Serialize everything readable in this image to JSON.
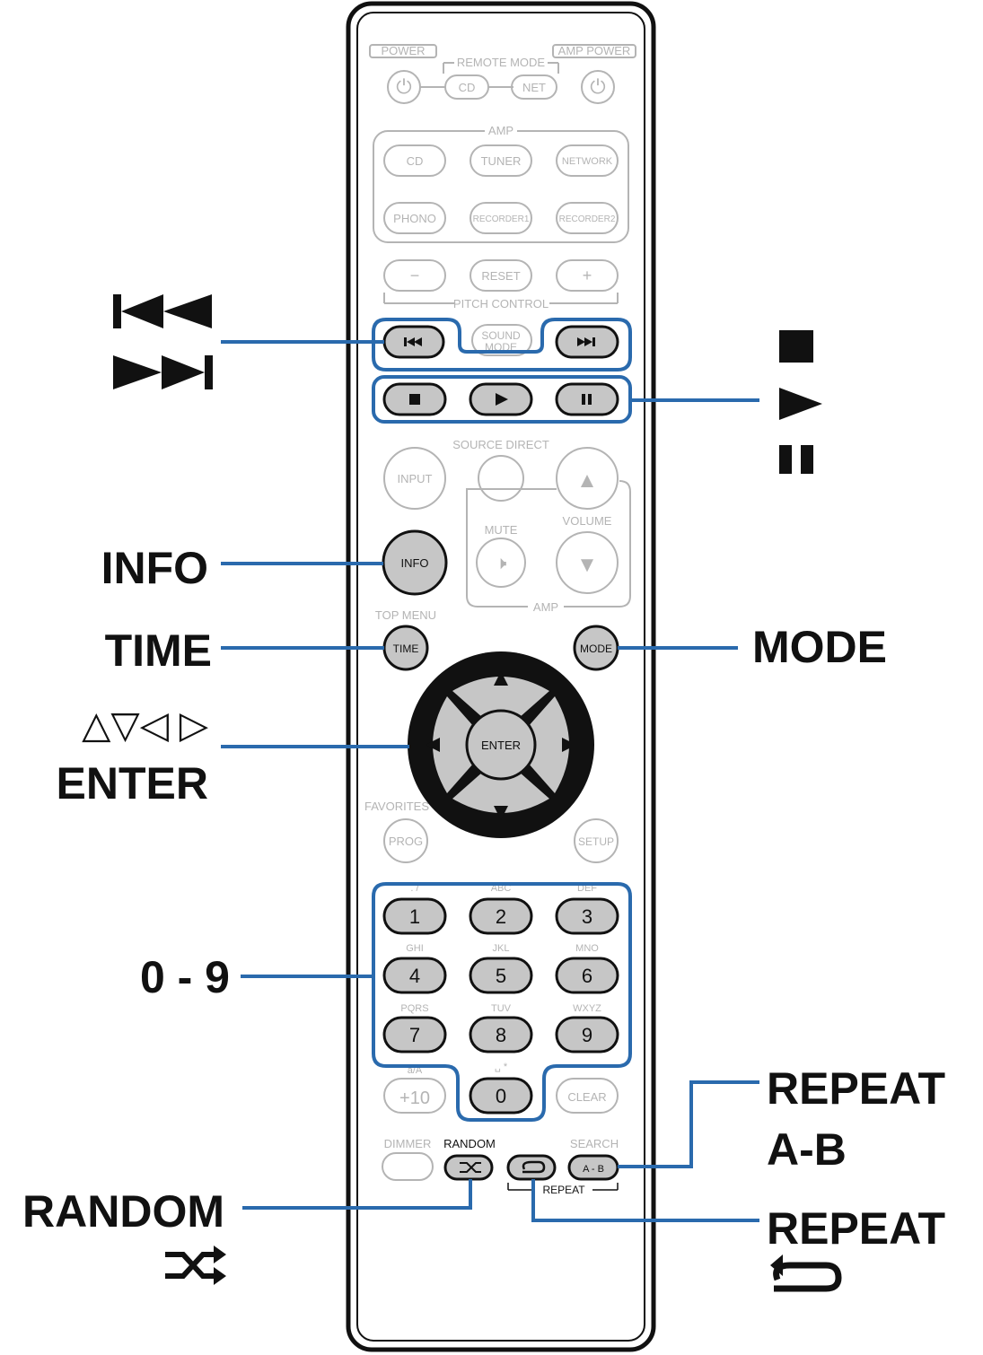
{
  "remote": {
    "power": "POWER",
    "amp_power": "AMP POWER",
    "remote_mode": "REMOTE MODE",
    "mode_cd": "CD",
    "mode_net": "NET",
    "amp": "AMP",
    "src_cd": "CD",
    "src_tuner": "TUNER",
    "src_network": "NETWORK",
    "src_phono": "PHONO",
    "src_recorder1": "RECORDER1",
    "src_recorder2": "RECORDER2",
    "pitch_minus": "−",
    "pitch_reset": "RESET",
    "pitch_plus": "+",
    "pitch_control": "PITCH CONTROL",
    "sound_mode_1": "SOUND",
    "sound_mode_2": "MODE",
    "source_direct": "SOURCE DIRECT",
    "input": "INPUT",
    "mute": "MUTE",
    "volume": "VOLUME",
    "amp_lower": "AMP",
    "info": "INFO",
    "top_menu": "TOP MENU",
    "time": "TIME",
    "mode": "MODE",
    "enter": "ENTER",
    "favorites": "FAVORITES",
    "prog": "PROG",
    "setup": "SETUP",
    "sub_1": ". /",
    "sub_2": "ABC",
    "sub_3": "DEF",
    "sub_4": "GHI",
    "sub_5": "JKL",
    "sub_6": "MNO",
    "sub_7": "PQRS",
    "sub_8": "TUV",
    "sub_9": "WXYZ",
    "sub_10": "a/A",
    "sub_0": "␣ *",
    "num_1": "1",
    "num_2": "2",
    "num_3": "3",
    "num_4": "4",
    "num_5": "5",
    "num_6": "6",
    "num_7": "7",
    "num_8": "8",
    "num_9": "9",
    "num_0": "0",
    "plus10": "+10",
    "clear": "CLEAR",
    "dimmer": "DIMMER",
    "random": "RANDOM",
    "search": "SEARCH",
    "ab": "A - B",
    "repeat": "REPEAT"
  },
  "callouts": {
    "skip_label": "⏮ ⏭",
    "transport_label": "■ ▶ ❚❚",
    "info": "INFO",
    "time": "TIME",
    "mode": "MODE",
    "cursor_symbols": "△▽◁ ▷",
    "enter": "ENTER",
    "digits": "0 - 9",
    "repeat_ab_1": "REPEAT",
    "repeat_ab_2": "A-B",
    "random": "RANDOM",
    "repeat_1": "REPEAT"
  },
  "colors": {
    "callout_line": "#2a6aad",
    "highlight_button": "#c6c6c6",
    "faded": "#b4b4b4"
  }
}
